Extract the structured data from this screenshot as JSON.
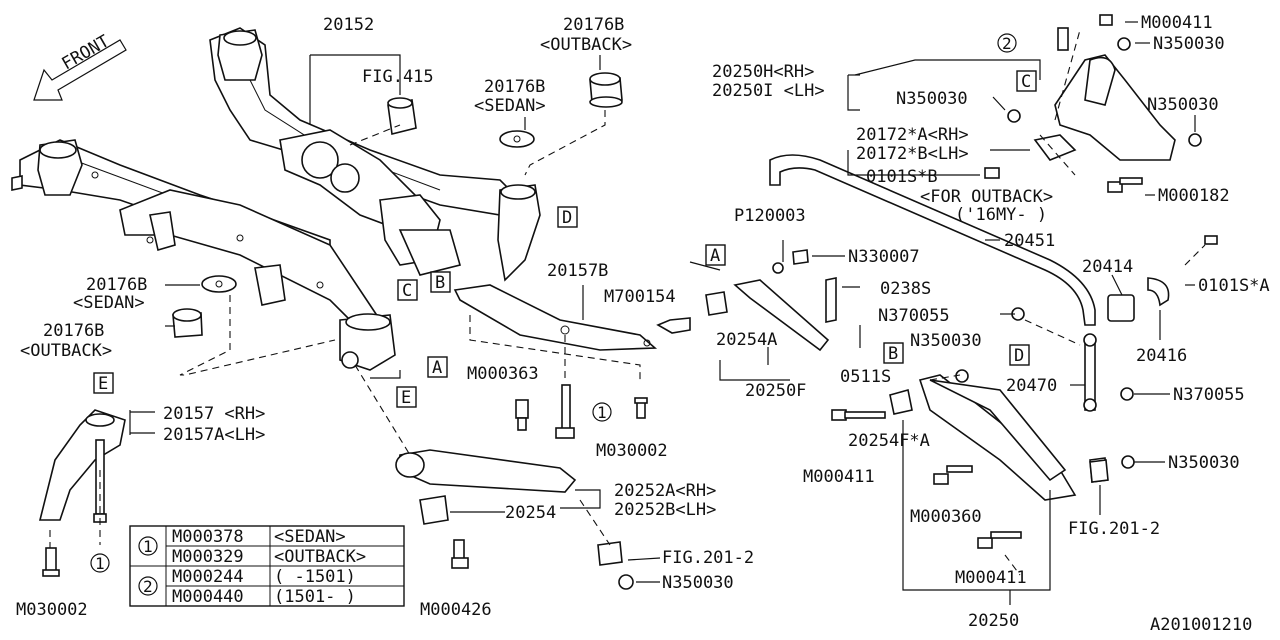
{
  "diagram_id": "A201001210",
  "front_label": "FRONT",
  "reference_letters": [
    "A",
    "B",
    "C",
    "D",
    "E"
  ],
  "callouts": {
    "p20152": "20152",
    "fig415": "FIG.415",
    "p20176b_outback_top": "20176B",
    "outback_tag_top": "<OUTBACK>",
    "p20176b_sedan_mid": "20176B",
    "sedan_tag_mid": "<SEDAN>",
    "p20176b_sedan_left": "20176B",
    "sedan_tag_left": "<SEDAN>",
    "p20176b_outback_left": "20176B",
    "outback_tag_left": "<OUTBACK>",
    "p20157b": "20157B",
    "p20157_rh": "20157 <RH>",
    "p20157a_lh": "20157A<LH>",
    "m000363": "M000363",
    "m030002_mid": "M030002",
    "m030002_left": "M030002",
    "m700154": "M700154",
    "p120003": "P120003",
    "n330007": "N330007",
    "p0238s": "0238S",
    "p20254a": "20254A",
    "p20250f": "20250F",
    "p0511s": "0511S",
    "p20252a_rh": "20252A<RH>",
    "p20252b_lh": "20252B<LH>",
    "p20254": "20254",
    "fig2012_mid": "FIG.201-2",
    "n350030_mid": "N350030",
    "m000426": "M000426",
    "p20250h_rh": "20250H<RH>",
    "p20250i_lh": "20250I <LH>",
    "n350030_c": "N350030",
    "m000411_top": "M000411",
    "n350030_top": "N350030",
    "n350030_right": "N350030",
    "p20172a_rh": "20172*A<RH>",
    "p20172b_lh": "20172*B<LH>",
    "p0101sb": "0101S*B",
    "for_outback": "<FOR OUTBACK>",
    "my16": "('16MY- )",
    "m000182": "M000182",
    "p20451": "20451",
    "p20414": "20414",
    "p0101sa": "0101S*A",
    "p20416": "20416",
    "n370055_a": "N370055",
    "n350030_b": "N350030",
    "p20470": "20470",
    "n370055_b": "N370055",
    "m000411_mid": "M000411",
    "p20254fa": "20254F*A",
    "m000360": "M000360",
    "m000411_low": "M000411",
    "p20250": "20250",
    "n350030_low": "N350030",
    "fig2012_right": "FIG.201-2"
  },
  "legend": {
    "rows": [
      {
        "marker": "1",
        "entries": [
          {
            "part": "M000378",
            "spec": "<SEDAN>"
          },
          {
            "part": "M000329",
            "spec": "<OUTBACK>"
          }
        ]
      },
      {
        "marker": "2",
        "entries": [
          {
            "part": "M000244",
            "spec": "( -1501)"
          },
          {
            "part": "M000440",
            "spec": "(1501- )"
          }
        ]
      }
    ]
  },
  "markers": {
    "m1_mid": "1",
    "m1_left": "1",
    "m2_top": "2"
  }
}
